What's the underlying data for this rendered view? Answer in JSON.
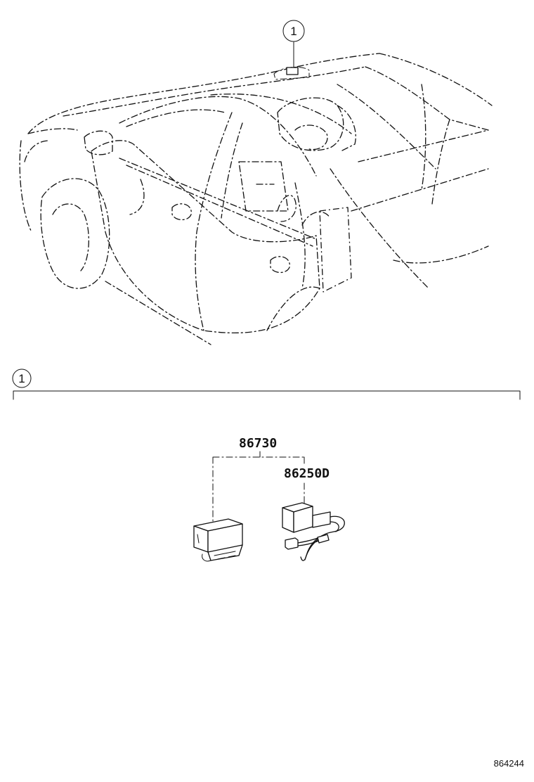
{
  "callout_top": {
    "number": "1"
  },
  "section": {
    "callout_number": "1"
  },
  "parts": {
    "part_a": {
      "number": "86730"
    },
    "part_b": {
      "number": "86250D"
    }
  },
  "reference_code": "864244"
}
